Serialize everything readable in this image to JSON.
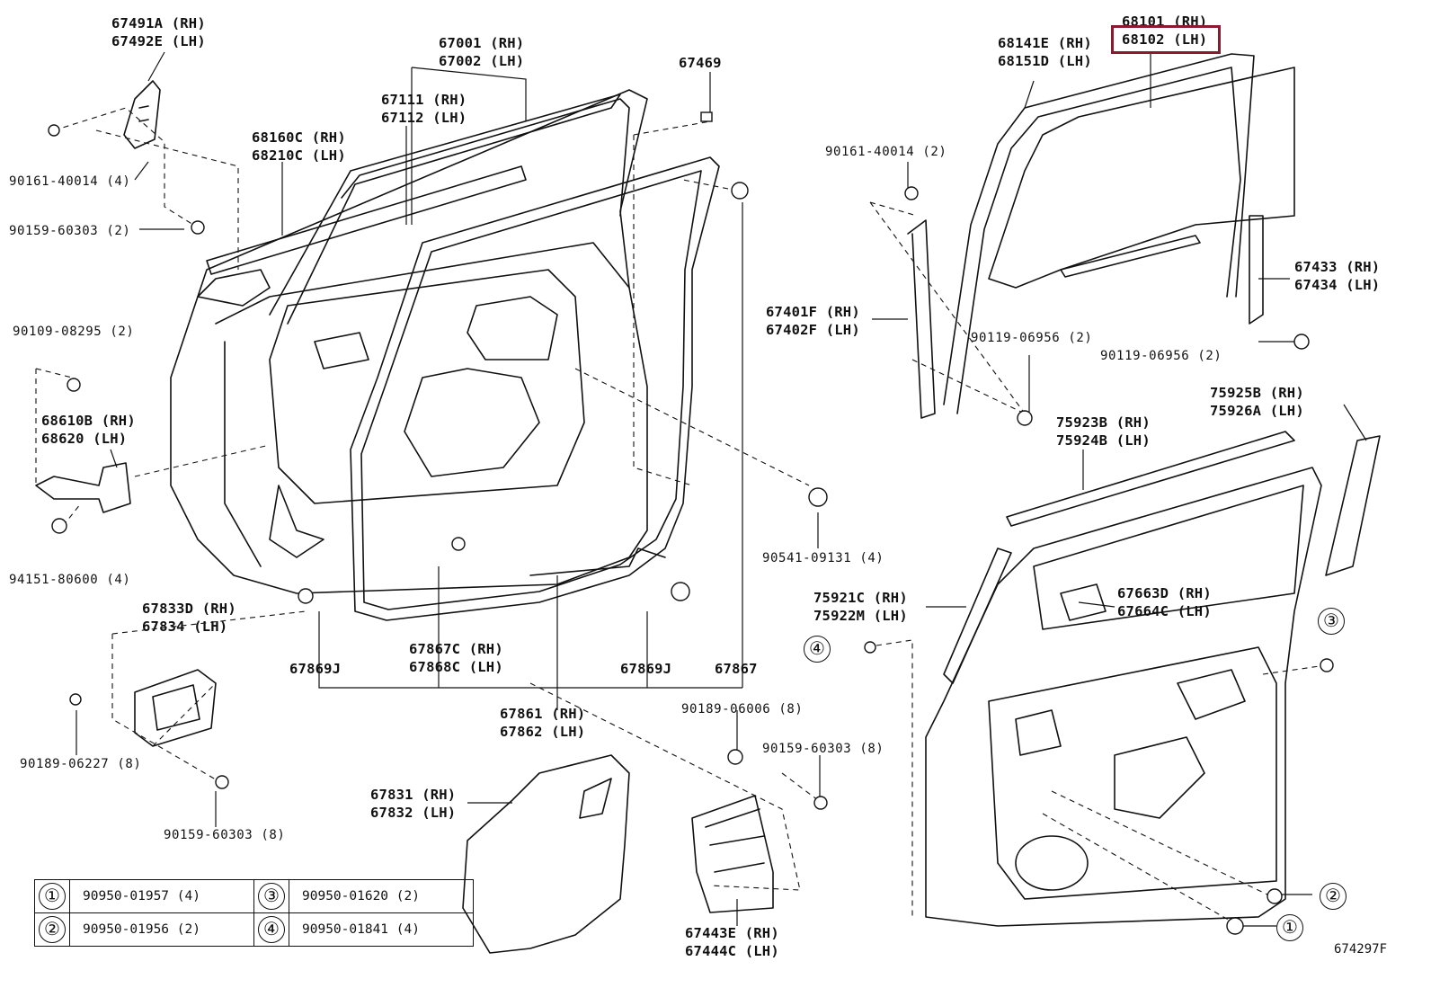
{
  "diagram_code": "674297F",
  "highlight_color": "#8b1a2e",
  "labels": {
    "p67491": [
      "67491A (RH)",
      "67492E (LH)"
    ],
    "p90161a": "90161-40014 (4)",
    "p90159a": "90159-60303 (2)",
    "p68160": [
      "68160C (RH)",
      "68210C (LH)"
    ],
    "p67001": [
      "67001 (RH)",
      "67002 (LH)"
    ],
    "p67111": [
      "67111 (RH)",
      "67112 (LH)"
    ],
    "p67469": "67469",
    "p90109": "90109-08295 (2)",
    "p68610": [
      "68610B (RH)",
      "68620 (LH)"
    ],
    "p94151": "94151-80600 (4)",
    "p67833": [
      "67833D (RH)",
      "67834 (LH)"
    ],
    "p90189a": "90189-06227 (8)",
    "p90159b": "90159-60303 (8)",
    "p67869a": "67869J",
    "p67867c": [
      "67867C (RH)",
      "67868C (LH)"
    ],
    "p67869b": "67869J",
    "p67867": "67867",
    "p67861": [
      "67861 (RH)",
      "67862 (LH)"
    ],
    "p90541": "90541-09131 (4)",
    "p90189b": "90189-06006 (8)",
    "p90159c": "90159-60303 (8)",
    "p67831": [
      "67831 (RH)",
      "67832 (LH)"
    ],
    "p67443": [
      "67443E (RH)",
      "67444C (LH)"
    ],
    "p68101": [
      "68101 (RH)",
      "68102 (LH)"
    ],
    "p68141": [
      "68141E (RH)",
      "68151D (LH)"
    ],
    "p90161b": "90161-40014 (2)",
    "p67433": [
      "67433 (RH)",
      "67434 (LH)"
    ],
    "p67401": [
      "67401F (RH)",
      "67402F (LH)"
    ],
    "p90119a": "90119-06956 (2)",
    "p90119b": "90119-06956 (2)",
    "p75925": [
      "75925B (RH)",
      "75926A (LH)"
    ],
    "p75923": [
      "75923B (RH)",
      "75924B (LH)"
    ],
    "p75921": [
      "75921C (RH)",
      "75922M (LH)"
    ],
    "p67663": [
      "67663D (RH)",
      "67664C (LH)"
    ]
  },
  "callouts": {
    "c1": "①",
    "c2": "②",
    "c3": "③",
    "c4": "④"
  },
  "legend": [
    {
      "num": "①",
      "part": "90950-01957 (4)"
    },
    {
      "num": "③",
      "part": "90950-01620 (2)"
    },
    {
      "num": "②",
      "part": "90950-01956 (2)"
    },
    {
      "num": "④",
      "part": "90950-01841 (4)"
    }
  ]
}
